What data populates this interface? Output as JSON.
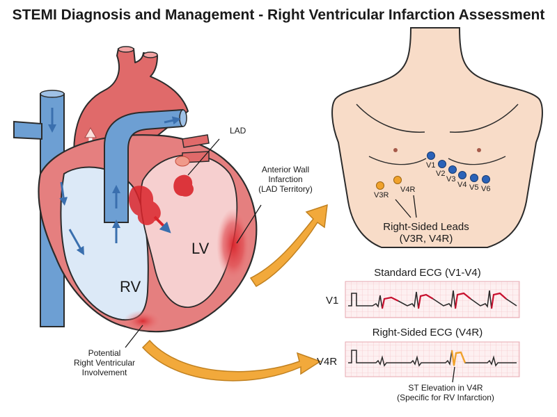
{
  "title": "STEMI Diagnosis and Management - Right Ventricular Infarction Assessment",
  "heart": {
    "lad_label": "LAD",
    "anterior_label": [
      "Anterior Wall",
      "Infarction",
      "(LAD Territory)"
    ],
    "lv_label": "LV",
    "rv_label": "RV",
    "rv_involvement_label": [
      "Potential",
      "Right Ventricular",
      "Involvement"
    ]
  },
  "torso": {
    "standard_leads": [
      "V1",
      "V2",
      "V3",
      "V4",
      "V5",
      "V6"
    ],
    "right_leads": [
      "V3R",
      "V4R"
    ],
    "right_leads_caption": [
      "Right-Sided Leads",
      "(V3R, V4R)"
    ]
  },
  "ecg": {
    "standard_title": "Standard ECG (V1-V4)",
    "standard_lead": "V1",
    "right_title": "Right-Sided ECG (V4R)",
    "right_lead": "V4R",
    "st_caption": [
      "ST Elevation in V4R",
      "(Specific for RV Infarction)"
    ]
  },
  "colors": {
    "artery_red": "#e06a6a",
    "vein_blue": "#6d9fd3",
    "infarct_red": "#d9232a",
    "lead_blue": "#2a62b8",
    "lead_orange": "#f0a22c",
    "arrow_orange": "#f2a93b",
    "skin": "#f8dcc8",
    "grid_pink": "#f7c9cf"
  }
}
